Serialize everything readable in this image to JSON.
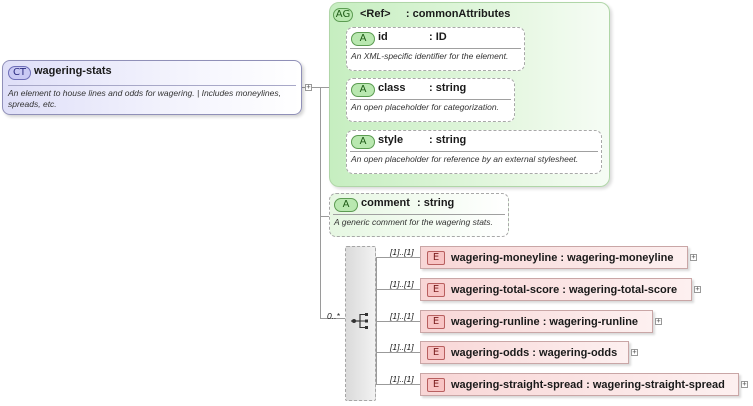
{
  "complex_type": {
    "badge": "CT",
    "name": "wagering-stats",
    "description": "An element to house lines and odds for wagering. | Includes moneylines, spreads, etc."
  },
  "attribute_group": {
    "badge": "AG",
    "ref_label": "<Ref>",
    "name": ": commonAttributes",
    "attributes": [
      {
        "badge": "A",
        "name": "id",
        "type": ": ID",
        "description": "An XML-specific identifier for the element."
      },
      {
        "badge": "A",
        "name": "class",
        "type": ": string",
        "description": "An open placeholder for categorization."
      },
      {
        "badge": "A",
        "name": "style",
        "type": ": string",
        "description": "An open placeholder for reference by an external stylesheet."
      }
    ]
  },
  "comment_attribute": {
    "badge": "A",
    "name": "comment",
    "type": ": string",
    "description": "A generic comment for the wagering stats."
  },
  "sequence": {
    "cardinality": "0..*",
    "elements": [
      {
        "badge": "E",
        "cardinality": "[1]..[1]",
        "name": "wagering-moneyline",
        "type": ": wagering-moneyline"
      },
      {
        "badge": "E",
        "cardinality": "[1]..[1]",
        "name": "wagering-total-score",
        "type": ": wagering-total-score"
      },
      {
        "badge": "E",
        "cardinality": "[1]..[1]",
        "name": "wagering-runline",
        "type": ": wagering-runline"
      },
      {
        "badge": "E",
        "cardinality": "[1]..[1]",
        "name": "wagering-odds",
        "type": ": wagering-odds"
      },
      {
        "badge": "E",
        "cardinality": "[1]..[1]",
        "name": "wagering-straight-spread",
        "type": ": wagering-straight-spread"
      }
    ]
  },
  "expand_symbol": "+"
}
